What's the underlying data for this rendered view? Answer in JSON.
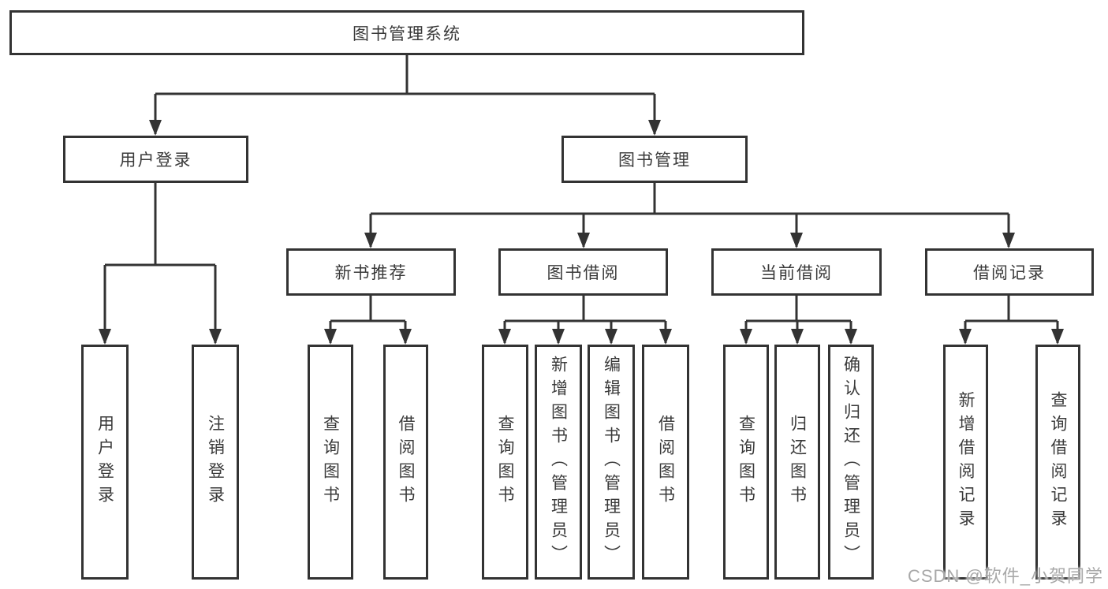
{
  "tree": {
    "root": {
      "label": "图书管理系统",
      "children": [
        {
          "label": "用户登录",
          "children": [
            {
              "label": "用户登录"
            },
            {
              "label": "注销登录"
            }
          ]
        },
        {
          "label": "图书管理",
          "children": [
            {
              "label": "新书推荐",
              "children": [
                {
                  "label": "查询图书"
                },
                {
                  "label": "借阅图书"
                }
              ]
            },
            {
              "label": "图书借阅",
              "children": [
                {
                  "label": "查询图书"
                },
                {
                  "label": "新增图书（管理员）"
                },
                {
                  "label": "编辑图书（管理员）"
                },
                {
                  "label": "借阅图书"
                }
              ]
            },
            {
              "label": "当前借阅",
              "children": [
                {
                  "label": "查询图书"
                },
                {
                  "label": "归还图书"
                },
                {
                  "label": "确认归还（管理员）"
                }
              ]
            },
            {
              "label": "借阅记录",
              "children": [
                {
                  "label": "新增借阅记录"
                },
                {
                  "label": "查询借阅记录"
                }
              ]
            }
          ]
        }
      ]
    }
  },
  "watermark": {
    "text": "CSDN @软件_小贺同学"
  },
  "colors": {
    "line": "#333333",
    "text": "#3a3a3a",
    "box_background": "#ffffff",
    "page_background": "#ffffff",
    "watermark": "#a8a8a8"
  }
}
